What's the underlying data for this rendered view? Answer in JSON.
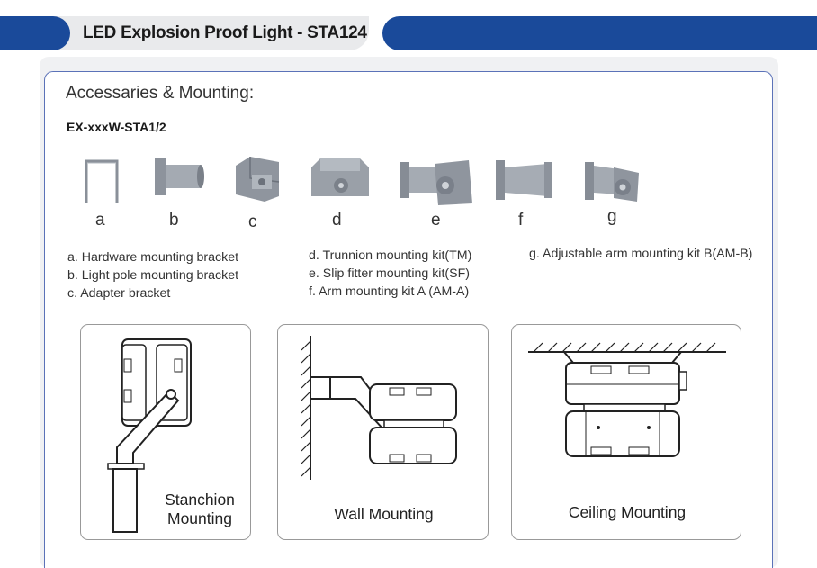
{
  "header": {
    "title": "LED Explosion Proof Light - STA124",
    "accent_color": "#1a4a9a"
  },
  "section": {
    "title": "Accessaries & Mounting:",
    "model_code": "EX-xxxW-STA1/2"
  },
  "accessories": [
    {
      "letter": "a",
      "icon": "hardware-bracket-icon"
    },
    {
      "letter": "b",
      "icon": "light-pole-bracket-icon"
    },
    {
      "letter": "c",
      "icon": "adapter-bracket-icon"
    },
    {
      "letter": "d",
      "icon": "trunnion-kit-icon"
    },
    {
      "letter": "e",
      "icon": "slip-fitter-icon"
    },
    {
      "letter": "f",
      "icon": "arm-mounting-kit-icon"
    },
    {
      "letter": "g",
      "icon": "adjustable-arm-kit-icon"
    }
  ],
  "descriptions": {
    "col1": [
      "a. Hardware mounting bracket",
      "b. Light pole mounting bracket",
      "c. Adapter bracket"
    ],
    "col2": [
      "d. Trunnion mounting kit(TM)",
      "e. Slip fitter mounting kit(SF)",
      "f.  Arm mounting kit A (AM-A)"
    ],
    "col3": [
      "g. Adjustable arm mounting kit B(AM-B)"
    ]
  },
  "mounting": [
    {
      "label_line1": "Stanchion",
      "label_line2": "Mounting",
      "icon": "stanchion-mount-icon"
    },
    {
      "label_line1": "Wall Mounting",
      "icon": "wall-mount-icon"
    },
    {
      "label_line1": "Ceiling Mounting",
      "icon": "ceiling-mount-icon"
    }
  ]
}
